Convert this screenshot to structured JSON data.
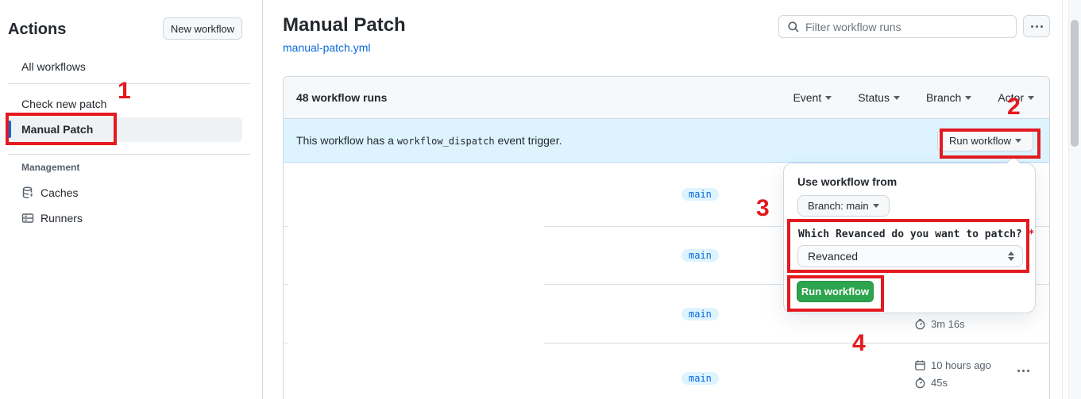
{
  "sidebar": {
    "title": "Actions",
    "new_workflow_button": "New workflow",
    "items": [
      {
        "label": "All workflows"
      },
      {
        "label": "Check new patch"
      },
      {
        "label": "Manual Patch"
      }
    ],
    "management_label": "Management",
    "management_items": [
      {
        "label": "Caches"
      },
      {
        "label": "Runners"
      }
    ]
  },
  "header": {
    "title": "Manual Patch",
    "file_link": "manual-patch.yml",
    "search_placeholder": "Filter workflow runs"
  },
  "table": {
    "runs_count": "48 workflow runs",
    "filters": [
      {
        "label": "Event"
      },
      {
        "label": "Status"
      },
      {
        "label": "Branch"
      },
      {
        "label": "Actor"
      }
    ],
    "banner": {
      "text_before": "This workflow has a ",
      "code": "workflow_dispatch",
      "text_after": " event trigger.",
      "run_workflow_button": "Run workflow"
    },
    "rows": [
      {
        "branch": "main"
      },
      {
        "branch": "main"
      },
      {
        "branch": "main",
        "duration": "3m 16s"
      },
      {
        "branch": "main",
        "time": "10 hours ago",
        "duration": "45s"
      }
    ]
  },
  "popup": {
    "title": "Use workflow from",
    "branch_button": "Branch: main",
    "input_label": "Which Revanced do you want to patch?",
    "required_mark": "*",
    "select_value": "Revanced",
    "run_button": "Run workflow"
  },
  "annotations": {
    "steps": [
      "1",
      "2",
      "3",
      "4"
    ],
    "color": "#e31a1f"
  }
}
